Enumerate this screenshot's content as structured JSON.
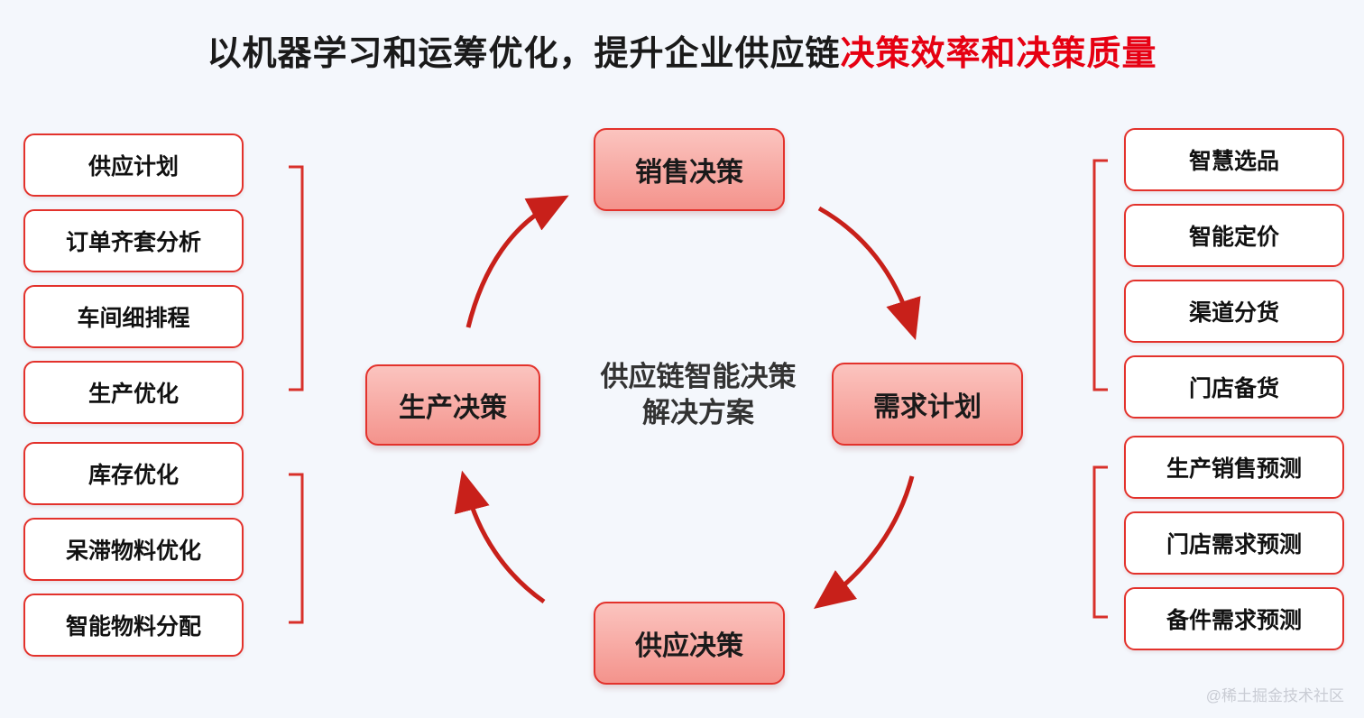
{
  "title": {
    "plain": "以机器学习和运筹优化，提升企业供应链",
    "accent": "决策效率和决策质量"
  },
  "center": {
    "label": "供应链智能决策\n解决方案"
  },
  "cycle_nodes": [
    {
      "label": "销售决策"
    },
    {
      "label": "需求计划"
    },
    {
      "label": "供应决策"
    },
    {
      "label": "生产决策"
    }
  ],
  "left_group_top": [
    {
      "label": "供应计划"
    },
    {
      "label": "订单齐套分析"
    },
    {
      "label": "车间细排程"
    },
    {
      "label": "生产优化"
    }
  ],
  "left_group_bottom": [
    {
      "label": "库存优化"
    },
    {
      "label": "呆滞物料优化"
    },
    {
      "label": "智能物料分配"
    }
  ],
  "right_group_top": [
    {
      "label": "智慧选品"
    },
    {
      "label": "智能定价"
    },
    {
      "label": "渠道分货"
    },
    {
      "label": "门店备货"
    }
  ],
  "right_group_bottom": [
    {
      "label": "生产销售预测"
    },
    {
      "label": "门店需求预测"
    },
    {
      "label": "备件需求预测"
    }
  ],
  "watermark": "@稀土掘金技术社区",
  "colors": {
    "accent": "#e60012",
    "chip_border": "#e3322c",
    "node_fill_top": "#fbc4bf",
    "node_fill_bottom": "#f4938c",
    "background": "#f4f7fc",
    "arrow": "#c8201a"
  }
}
